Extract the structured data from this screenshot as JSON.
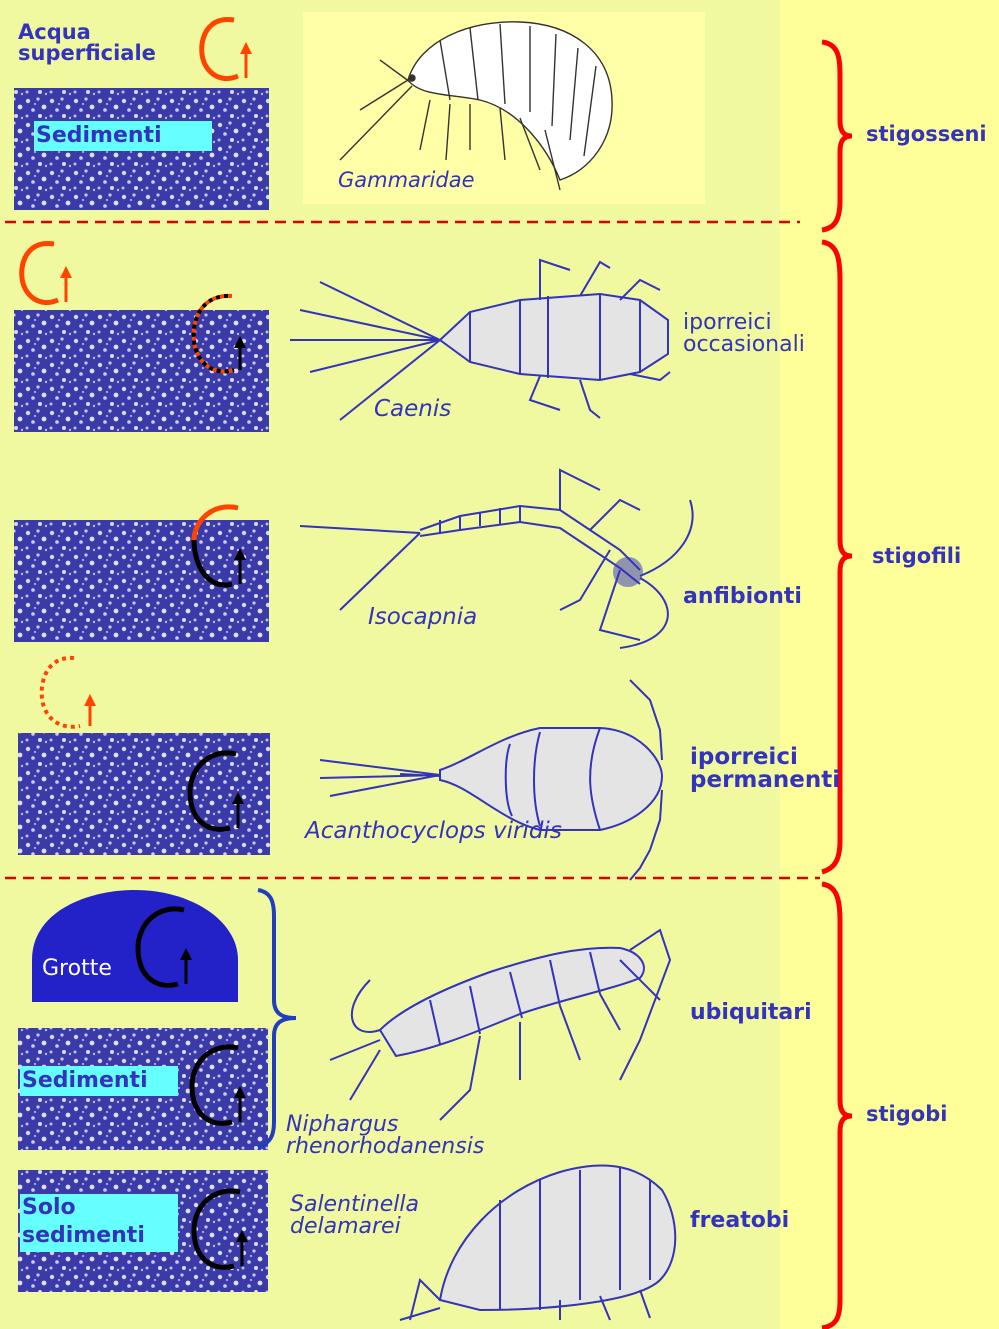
{
  "colors": {
    "page_background": "#ffff99",
    "panel_background": "#f0f8a0",
    "gammarid_background": "#ffffa8",
    "sediment_blue": "#3a3aa8",
    "text_blue": "#3333bb",
    "label_box_cyan": "#66ffff",
    "cave_blue": "#2222c8",
    "brace_red": "#ff0000",
    "brace_blue": "#1f3fbf",
    "arrow_orange": "#ff4400",
    "arrow_black": "#000000",
    "divider_red": "#dd0000"
  },
  "habitat": {
    "surface_water": "Acqua superficiale",
    "surface_water_line1": "Acqua",
    "surface_water_line2": "superficiale",
    "sediments_top": "Sedimenti",
    "caves": "Grotte",
    "sediments_bottom": "Sedimenti",
    "only_sediments_line1": "Solo",
    "only_sediments_line2": "sedimenti"
  },
  "species": {
    "gammaridae": "Gammaridae",
    "caenis": "Caenis",
    "isocapnia": "Isocapnia",
    "acanthocyclops": "Acanthocyclops viridis",
    "niphargus_line1": "Niphargus",
    "niphargus_line2": "rhenorhodanensis",
    "salentinella_line1": "Salentinella",
    "salentinella_line2": "delamarei"
  },
  "groups": {
    "occasional_line1": "iporreici",
    "occasional_line2": "occasionali",
    "amphibionts": "anfibionti",
    "permanent_line1": "iporreici",
    "permanent_line2": "permanenti",
    "ubiquitous": "ubiquitari",
    "phreatobites": "freatobi"
  },
  "categories": {
    "stygoxenes": "stigosseni",
    "stygophiles": "stigofili",
    "stygobites": "stigobi"
  }
}
